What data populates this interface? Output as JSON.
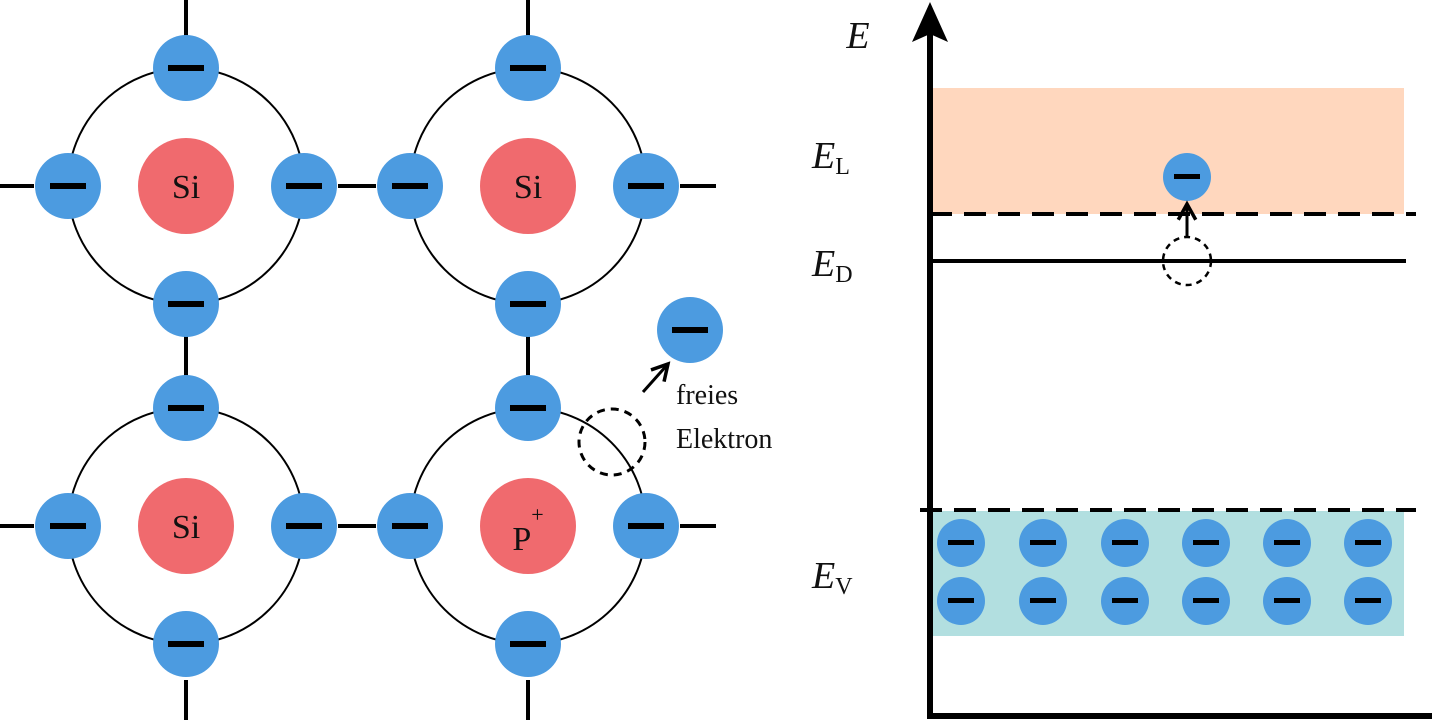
{
  "colors": {
    "electron": "#4c9be0",
    "nucleus": "#f06a6e",
    "conduction_band": "#ffd7be",
    "valence_band": "#b2dfe0",
    "line": "#000000"
  },
  "lattice": {
    "atoms": [
      {
        "symbol": "Si",
        "charge": ""
      },
      {
        "symbol": "Si",
        "charge": ""
      },
      {
        "symbol": "Si",
        "charge": ""
      },
      {
        "symbol": "P",
        "charge": "+"
      }
    ],
    "free_electron_label_line1": "freies",
    "free_electron_label_line2": "Elektron"
  },
  "band_diagram": {
    "axis_label": "E",
    "levels": [
      {
        "symbol": "E",
        "subscript": "L"
      },
      {
        "symbol": "E",
        "subscript": "D"
      },
      {
        "symbol": "E",
        "subscript": "V"
      }
    ]
  }
}
